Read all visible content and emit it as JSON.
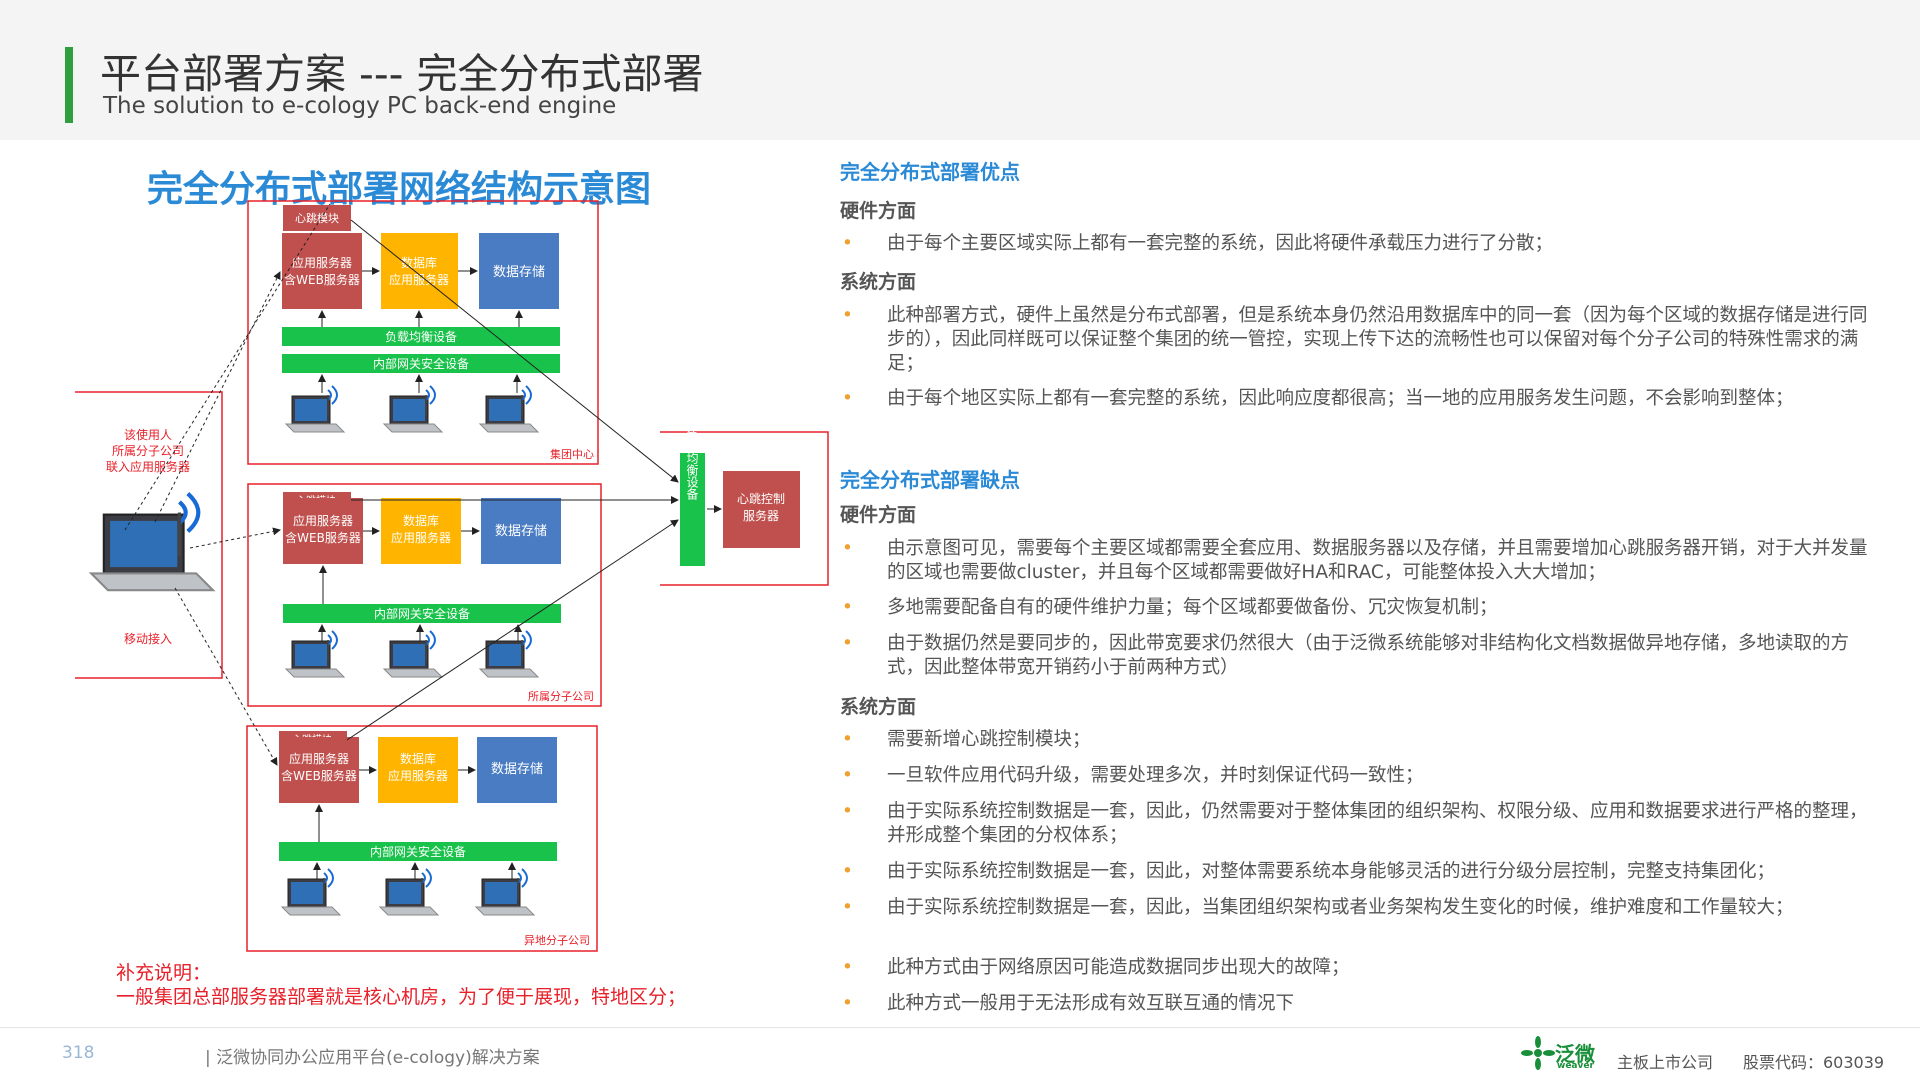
{
  "header": {
    "title": "平台部署方案 --- 完全分布式部署",
    "subtitle": "The solution to e-cology PC back-end engine"
  },
  "diagram": {
    "title": "完全分布式部署网络结构示意图",
    "clusters": [
      {
        "heartbeat": "心跳模块",
        "app_server": [
          "应用服务器",
          "含WEB服务器"
        ],
        "db_server": [
          "数据库",
          "应用服务器"
        ],
        "storage": "数据存储",
        "bars": [
          "负载均衡设备",
          "内部网关安全设备"
        ],
        "label": "集团中心"
      },
      {
        "heartbeat": "心跳模块",
        "app_server": [
          "应用服务器",
          "含WEB服务器"
        ],
        "db_server": [
          "数据库",
          "应用服务器"
        ],
        "storage": "数据存储",
        "bars": [
          "内部网关安全设备"
        ],
        "label": "所属分子公司"
      },
      {
        "heartbeat": "心跳模块",
        "app_server": [
          "应用服务器",
          "含WEB服务器"
        ],
        "db_server": [
          "数据库",
          "应用服务器"
        ],
        "storage": "数据存储",
        "bars": [
          "内部网关安全设备"
        ],
        "label": "异地分子公司"
      }
    ],
    "user_note": [
      "该使用人",
      "所属分子公司",
      "联入应用服务器"
    ],
    "mobile_label": "移动接入",
    "lb_vertical": "负载均衡设备",
    "heartbeat_server": [
      "心跳控制",
      "服务器"
    ]
  },
  "notes": {
    "line1": "补充说明：",
    "line2": "一般集团总部服务器部署就是核心机房，为了便于展现，特地区分；"
  },
  "advantages": {
    "title": "完全分布式部署优点",
    "hw_title": "硬件方面",
    "hw_items": [
      "由于每个主要区域实际上都有一套完整的系统，因此将硬件承载压力进行了分散；"
    ],
    "sys_title": "系统方面",
    "sys_items": [
      "此种部署方式，硬件上虽然是分布式部署，但是系统本身仍然沿用数据库中的同一套（因为每个区域的数据存储是进行同步的），因此同样既可以保证整个集团的统一管控，实现上传下达的流畅性也可以保留对每个分子公司的特殊性需求的满足；",
      "由于每个地区实际上都有一套完整的系统，因此响应度都很高；当一地的应用服务发生问题，不会影响到整体；"
    ]
  },
  "disadvantages": {
    "title": "完全分布式部署缺点",
    "hw_title": "硬件方面",
    "hw_items": [
      "由示意图可见，需要每个主要区域都需要全套应用、数据服务器以及存储，并且需要增加心跳服务器开销，对于大并发量的区域也需要做cluster，并且每个区域都需要做好HA和RAC，可能整体投入大大增加；",
      "多地需要配备自有的硬件维护力量；每个区域都要做备份、冗灾恢复机制；",
      "由于数据仍然是要同步的，因此带宽要求仍然很大（由于泛微系统能够对非结构化文档数据做异地存储，多地读取的方式，因此整体带宽开销药小于前两种方式）"
    ],
    "sys_title": "系统方面",
    "sys_items": [
      "需要新增心跳控制模块；",
      "一旦软件应用代码升级，需要处理多次，并时刻保证代码一致性；",
      "由于实际系统控制数据是一套，因此，仍然需要对于整体集团的组织架构、权限分级、应用和数据要求进行严格的整理，并形成整个集团的分权体系；",
      "由于实际系统控制数据是一套，因此，对整体需要系统本身能够灵活的进行分级分层控制，完整支持集团化；",
      "由于实际系统控制数据是一套，因此，当集团组织架构或者业务架构发生变化的时候，维护难度和工作量较大；",
      "此种方式由于网络原因可能造成数据同步出现大的故障；",
      "此种方式一般用于无法形成有效互联互通的情况下"
    ]
  },
  "footer": {
    "page_number": "318",
    "doc_title": "| 泛微协同办公应用平台(e-cology)解决方案",
    "logo_text": "泛微",
    "logo_sub": "weaver",
    "company": "主板上市公司",
    "stock": "股票代码：603039"
  },
  "colors": {
    "accent_green": "#2e9e3e",
    "heading_blue": "#2b8ad6",
    "note_red": "#e8202a",
    "server_red": "#c0504d",
    "db_orange": "#ffb400",
    "storage_blue": "#4a7cc4",
    "bar_green": "#19c24a"
  }
}
